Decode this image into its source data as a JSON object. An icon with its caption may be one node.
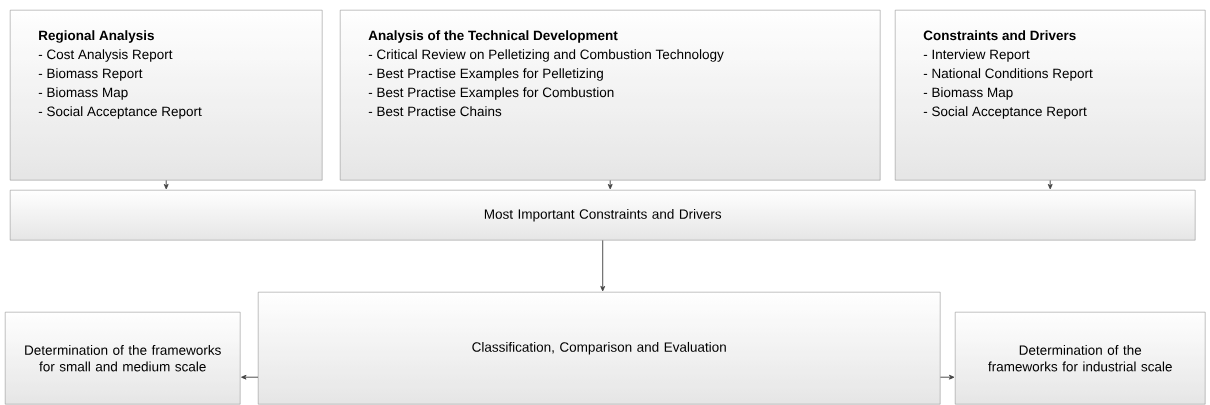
{
  "diagram": {
    "nodes": [
      {
        "text": [
          "Regional Analysis",
          "- Cost Analysis Report",
          "- Biomass Report",
          "- Biomass Map",
          "- Social Acceptance Report"
        ]
      },
      {
        "text": [
          "Analysis of the Technical Development",
          "- Critical Review on Pelletizing and Combustion Technology",
          "- Best Practise Examples for Pelletizing",
          "- Best Practise Examples for Combustion",
          "- Best Practise Chains"
        ]
      },
      {
        "text": [
          "Constraints and Drivers",
          "- Interview Report",
          "- National Conditions Report",
          "- Biomass Map",
          "- Social Acceptance Report"
        ]
      },
      {
        "text": [
          "Most Important Constraints and Drivers"
        ]
      },
      {
        "text": [
          "Determination of the frameworks for small and medium scale"
        ]
      },
      {
        "text": [
          "Classification, Comparison and Evaluation"
        ]
      },
      {
        "text": [
          "Determination of the frameworks for industrial scale"
        ]
      }
    ],
    "edges": [
      {
        "from": 0,
        "to": 3,
        "arrow": "to"
      },
      {
        "from": 1,
        "to": 3,
        "arrow": "to"
      },
      {
        "from": 2,
        "to": 3,
        "arrow": "to"
      },
      {
        "from": 3,
        "to": 5,
        "arrow": "to"
      },
      {
        "from": 5,
        "to": 4,
        "arrow": "to"
      },
      {
        "from": 5,
        "to": 6,
        "arrow": "to"
      }
    ]
  }
}
